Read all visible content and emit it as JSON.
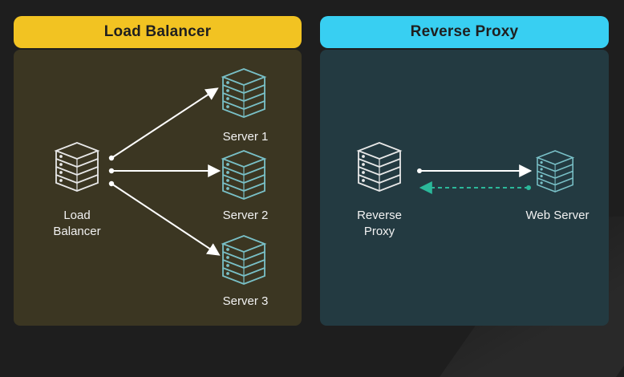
{
  "left_panel": {
    "title": "Load Balancer",
    "title_color": "#f2c322",
    "load_balancer_label_line1": "Load",
    "load_balancer_label_line2": "Balancer",
    "servers": [
      "Server 1",
      "Server 2",
      "Server 3"
    ],
    "server_icon_color": "#79c0c7"
  },
  "right_panel": {
    "title": "Reverse Proxy",
    "title_color": "#38cff2",
    "proxy_label_line1": "Reverse",
    "proxy_label_line2": "Proxy",
    "web_server_label": "Web Server",
    "request_arrow_color": "#ffffff",
    "response_arrow_color": "#2bb89a"
  },
  "icons": {
    "load_balancer": "server-stack-icon",
    "server": "server-stack-icon",
    "proxy": "server-stack-icon",
    "web_server": "server-stack-icon"
  }
}
